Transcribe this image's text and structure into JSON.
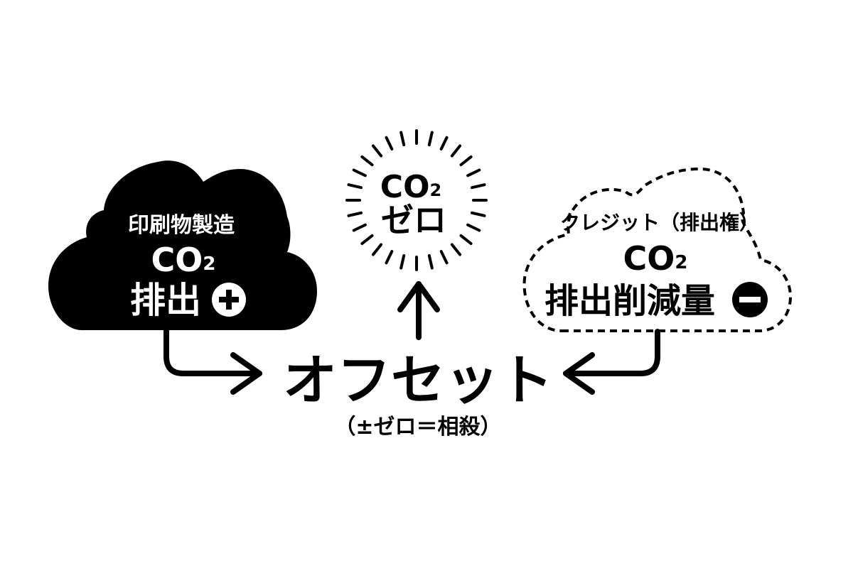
{
  "left_cloud": {
    "line1": "印刷物製造",
    "co": "CO",
    "sub": "2",
    "line3": "排出",
    "sign_icon": "plus-circle-icon",
    "fill": "#000000",
    "text_color": "#ffffff"
  },
  "center_burst": {
    "co": "CO",
    "sub": "2",
    "line2": "ゼロ"
  },
  "right_cloud": {
    "line1": "クレジット（排出権）",
    "co": "CO",
    "sub": "2",
    "line3": "排出削減量",
    "sign_icon": "minus-circle-icon",
    "style": "dashed-outline"
  },
  "center": {
    "title": "オフセット",
    "subtitle": "（±ゼロ＝相殺）"
  },
  "colors": {
    "ink": "#000000",
    "background": "#ffffff"
  }
}
